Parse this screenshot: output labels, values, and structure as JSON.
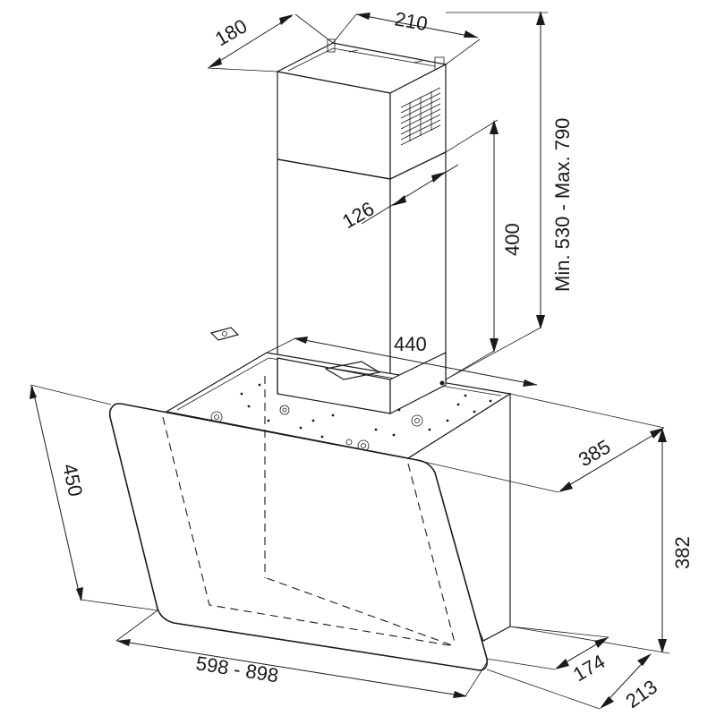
{
  "drawing": {
    "title": "",
    "dimensions": {
      "chimney_depth": "180",
      "chimney_width": "210",
      "chimney_height_range": "Min. 530 - Max. 790",
      "chimney_offset": "126",
      "upper_chimney_height": "400",
      "hood_top_width": "440",
      "body_depth": "385",
      "glass_height": "450",
      "body_height": "382",
      "hood_width": "598 - 898",
      "bottom_depth": "174",
      "total_depth": "213"
    },
    "colors": {
      "line": "#1a1a1a",
      "background": "#ffffff"
    }
  }
}
